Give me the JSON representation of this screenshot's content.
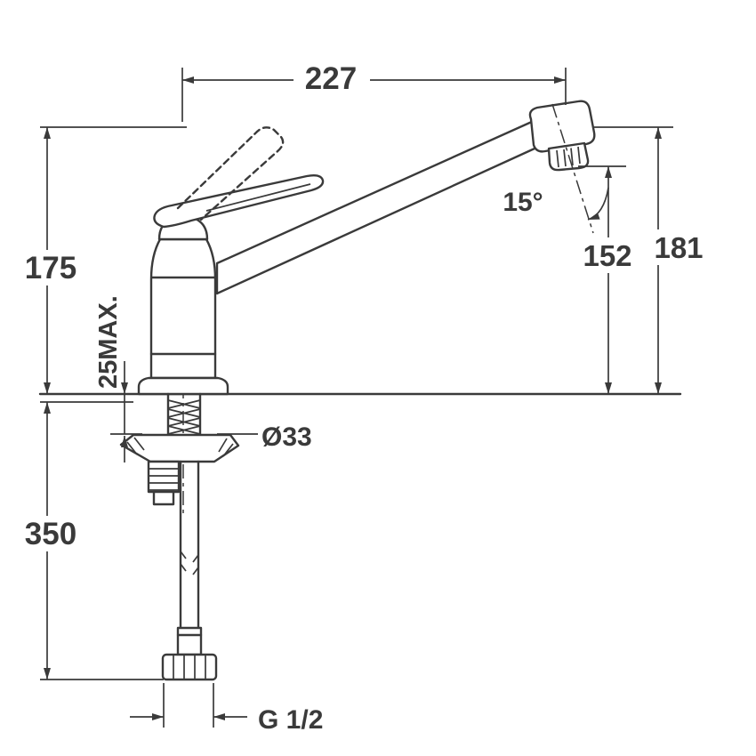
{
  "drawing": {
    "background": "#ffffff",
    "line_color": "#3a3a3a",
    "labels": {
      "spout_reach": "227",
      "body_height": "175",
      "deck_max_thickness": "25MAX.",
      "below_deck_length": "350",
      "hole_diameter": "Ø33",
      "thread_size": "G 1/2",
      "spout_angle": "15°",
      "spout_height": "152",
      "total_height": "181"
    }
  }
}
